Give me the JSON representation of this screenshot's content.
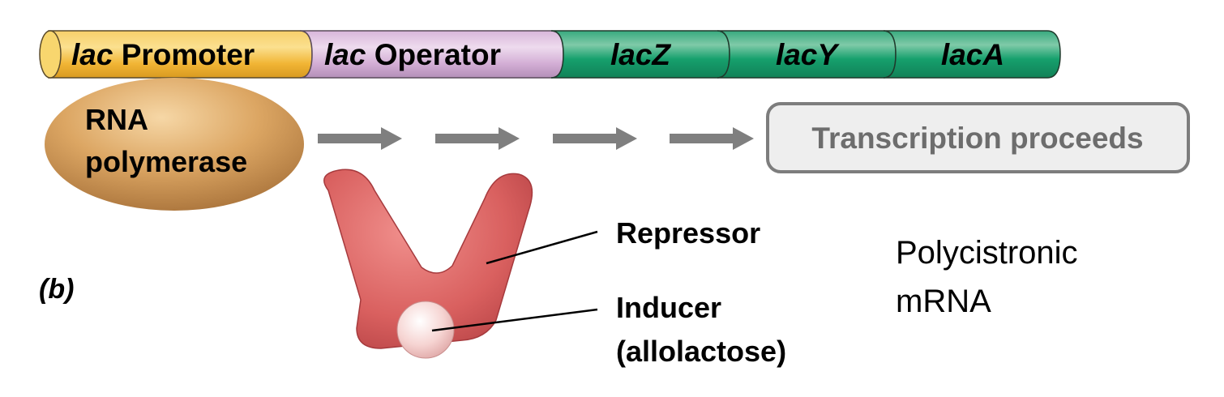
{
  "figure_label": "(b)",
  "dna_segments": [
    {
      "italic": "lac",
      "text": " Promoter",
      "color": "#f3b63a"
    },
    {
      "italic": "lac",
      "text": " Operator",
      "color": "#d8b3d8"
    },
    {
      "italic": "lacZ",
      "text": "",
      "color": "#1fa575"
    },
    {
      "italic": "lacY",
      "text": "",
      "color": "#1fa575"
    },
    {
      "italic": "lacA",
      "text": "",
      "color": "#1fa575"
    }
  ],
  "rna_polymerase": {
    "line1": "RNA",
    "line2": "polymerase",
    "color": "#d9a25f"
  },
  "transcription_box": {
    "text": "Transcription proceeds",
    "color": "#6d6d6d"
  },
  "arrow_count": 4,
  "repressor": {
    "label": "Repressor",
    "color": "#d9605f"
  },
  "inducer": {
    "line1": "Inducer",
    "line2": "(allolactose)",
    "color": "#f6d4d2"
  },
  "mrna": {
    "line1": "Polycistronic",
    "line2": "mRNA"
  }
}
